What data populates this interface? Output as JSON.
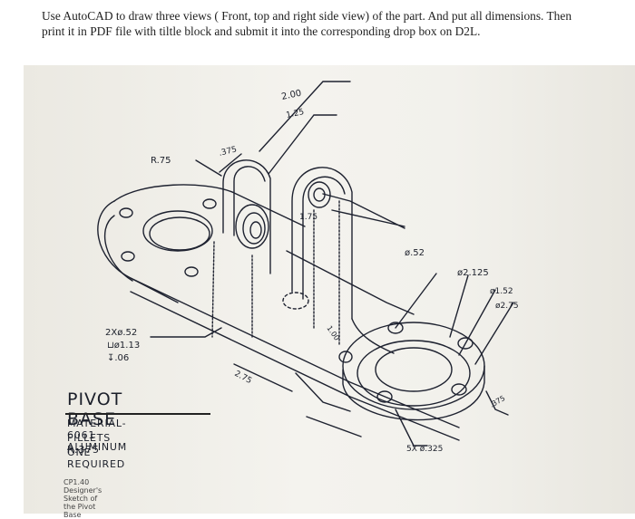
{
  "instructions": "Use AutoCAD to draw three views ( Front, top and right side view) of the part. And put all dimensions. Then print it in PDF file with tiltle block and submit it into the corresponding drop box on D2L.",
  "sketch": {
    "dimensions": {
      "d200": "2.00",
      "d125": "1.25",
      "r75": "R.75",
      "d375": ".375",
      "d175": "1.75",
      "dia52": "ø.52",
      "dia2125": "ø2.125",
      "dia152": "ø1.52",
      "dia275": "ø2.75",
      "holes_line1": "2Xø.52",
      "holes_line2": "⊔ø1.13",
      "holes_line3": "↧.06",
      "d100": "1.00",
      "d275": "2.75",
      "d375b": ".375",
      "holes5": "5X ø.325"
    },
    "title": "PIVOT BASE",
    "material": "MATERIAL-6061 ALUMINUM",
    "fillets": "FILLETS R.375",
    "required": "ONE REQUIRED",
    "caption": "CP1.40 Designer's Sketch of the Pivot Base"
  }
}
